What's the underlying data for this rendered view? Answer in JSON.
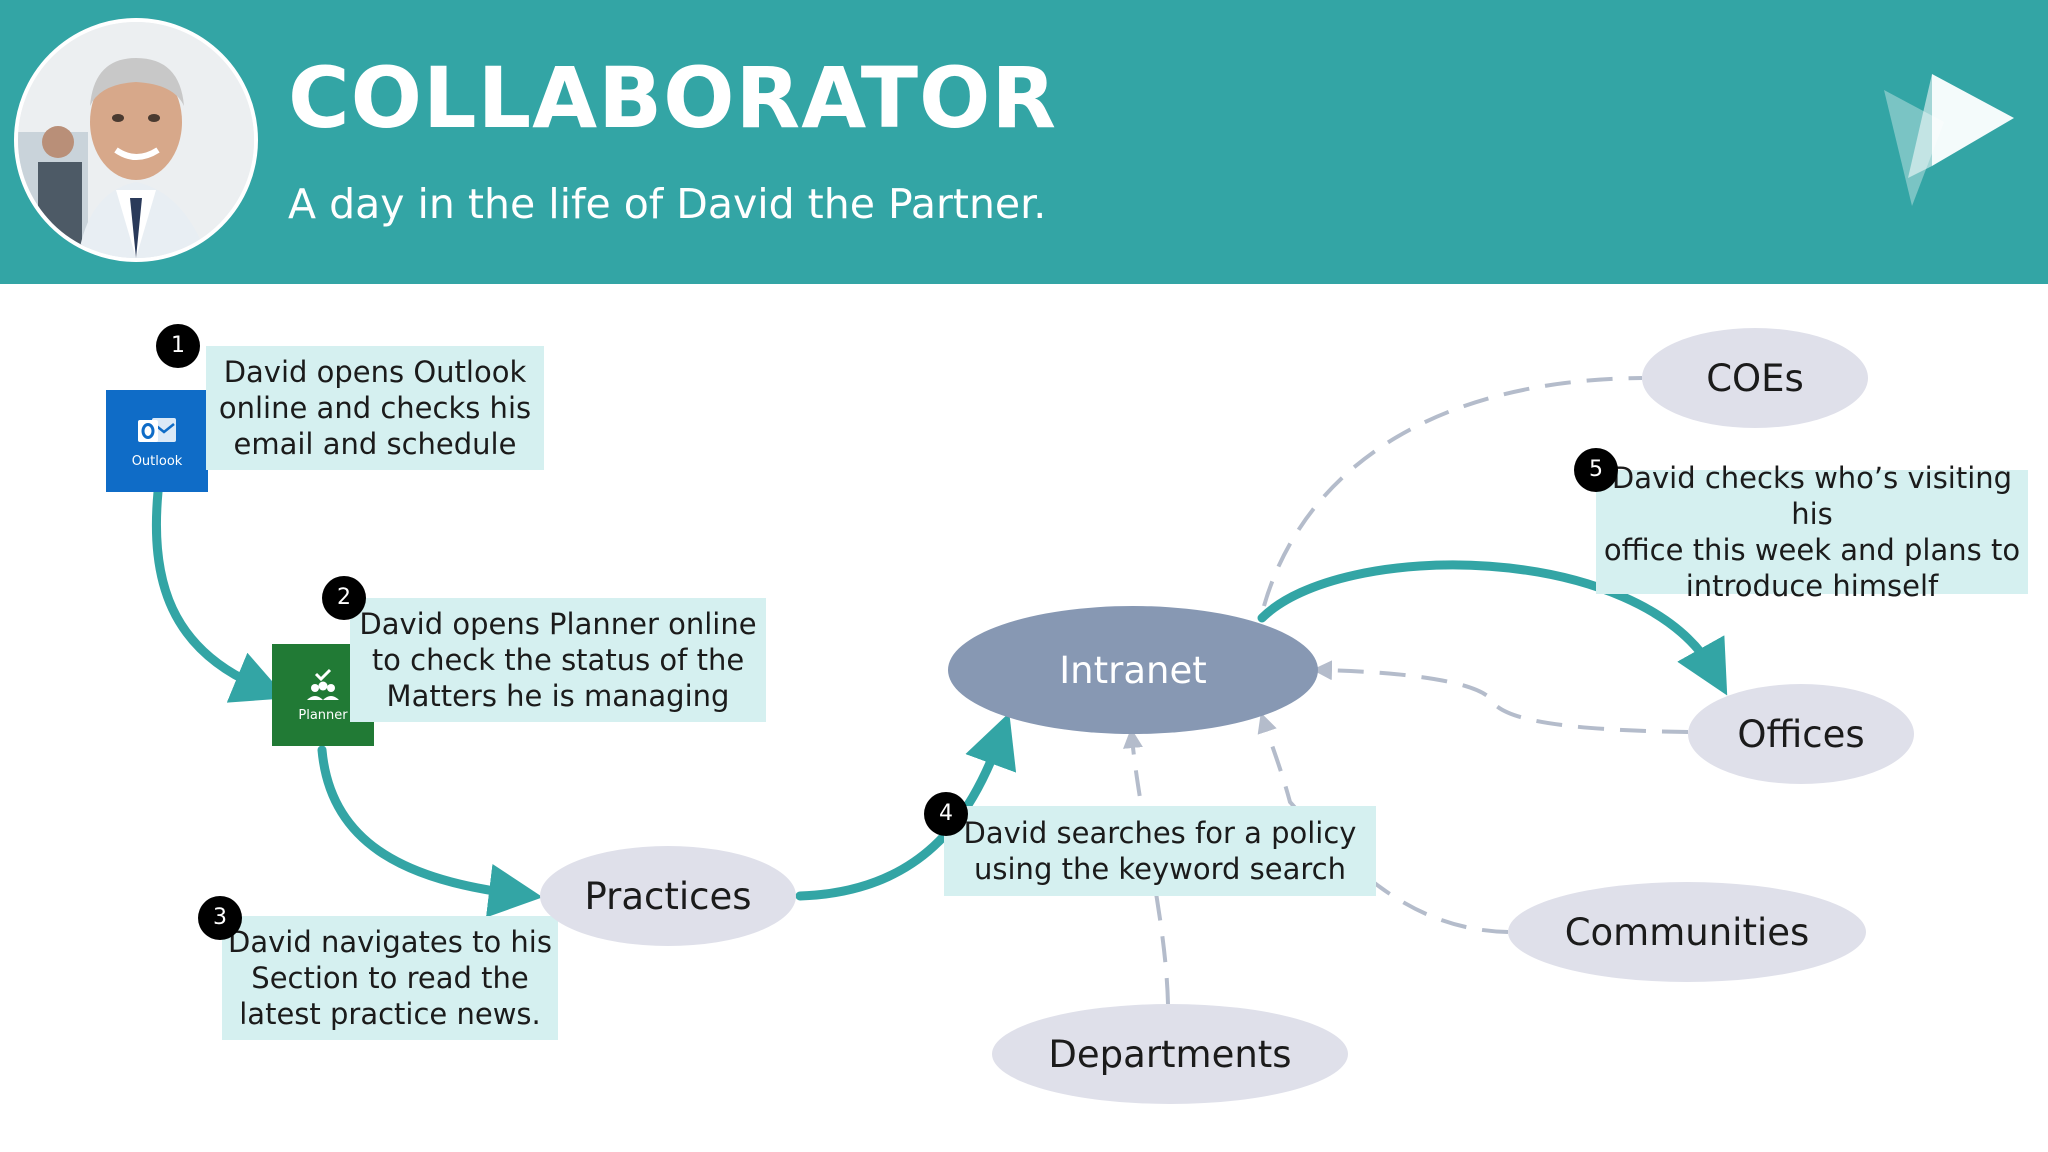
{
  "header": {
    "title": "COLLABORATOR",
    "subtitle": "A day in the life of David the Partner.",
    "background_color": "#33a5a5",
    "avatar_icon": "avatar-photo-icon",
    "logo_icon": "play-logo-icon"
  },
  "apps": {
    "outlook": {
      "label": "Outlook",
      "color": "#0f6cc7",
      "icon": "outlook-icon"
    },
    "planner": {
      "label": "Planner",
      "color": "#217a35",
      "icon": "planner-icon"
    }
  },
  "steps": [
    {
      "number": "1",
      "text": "David opens Outlook\nonline and checks his\nemail and schedule"
    },
    {
      "number": "2",
      "text": "David opens Planner online\nto check the status of the\nMatters he is managing"
    },
    {
      "number": "3",
      "text": "David navigates to his\nSection to read the\nlatest practice news."
    },
    {
      "number": "4",
      "text": "David searches for a policy\nusing the keyword search"
    },
    {
      "number": "5",
      "text": "David checks who’s visiting his\noffice this week and plans to\nintroduce himself"
    }
  ],
  "nodes": {
    "intranet": "Intranet",
    "practices": "Practices",
    "coes": "COEs",
    "offices": "Offices",
    "communities": "Communities",
    "departments": "Departments"
  },
  "colors": {
    "flow_arrow": "#33a5a5",
    "dashed_link": "#b4bccb",
    "step_box": "#d5f0f0",
    "node_fill": "#dfe0ea",
    "intranet_fill": "#8798b3"
  }
}
